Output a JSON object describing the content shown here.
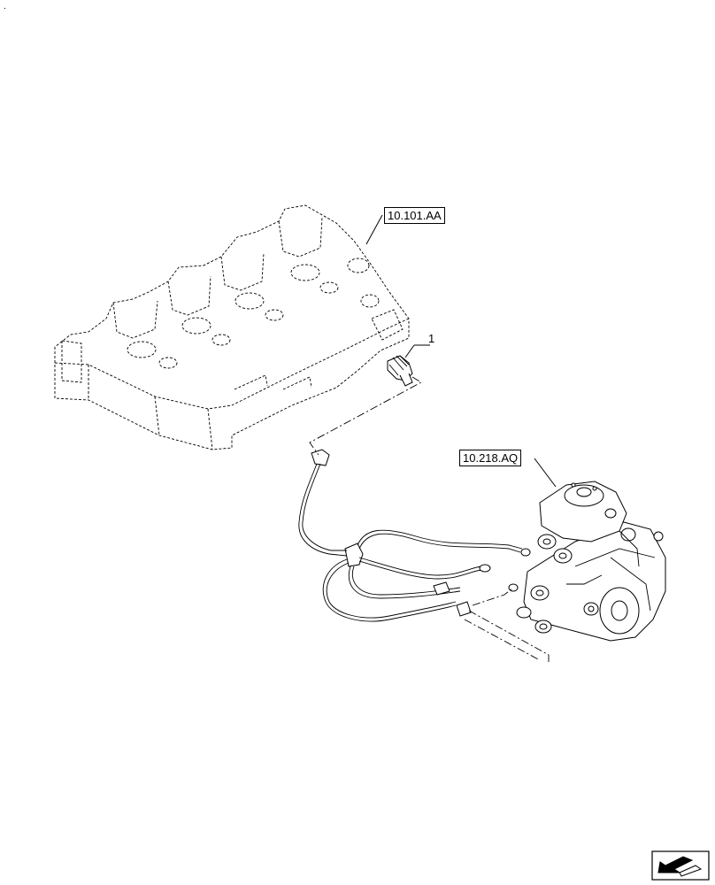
{
  "references": {
    "cylinder_head": "10.101.AA",
    "injection_pump": "10.218.AQ"
  },
  "callouts": {
    "item_1": "1"
  },
  "corner_mark": ".",
  "icons": {
    "navigation": "previous-page-arrow-icon"
  }
}
